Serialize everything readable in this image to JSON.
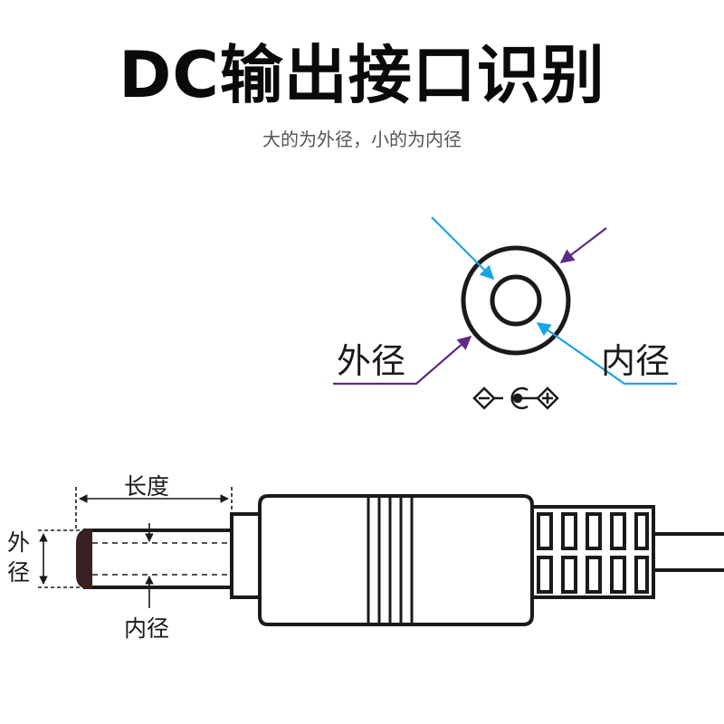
{
  "header": {
    "title": "DC输出接口识别",
    "subtitle": "大的为外径，小的为内径"
  },
  "jack_view": {
    "outer_label": "外径",
    "inner_label": "内径",
    "polarity_symbol": "polarity-icon",
    "arrow_colors": {
      "outer": "#5b2a86",
      "inner": "#1aa3e8"
    }
  },
  "plug_view": {
    "length_label": "长度",
    "outer_label_top": "外",
    "outer_label_bottom": "径",
    "inner_label": "内径"
  },
  "colors": {
    "ink": "#1a1a1a",
    "plug_tip": "#3a2020",
    "purple": "#5b2a86",
    "blue": "#1aa3e8"
  }
}
